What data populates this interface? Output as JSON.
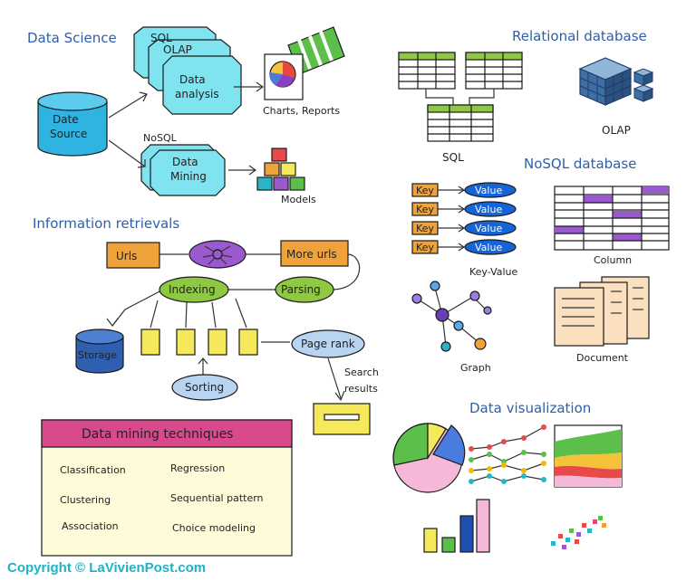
{
  "sections": {
    "data_science": "Data Science",
    "relational": "Relational database",
    "nosql": "NoSQL database",
    "info_retrieval": "Information retrievals",
    "data_vis": "Data visualization"
  },
  "data_science": {
    "sql": "SQL",
    "olap": "OLAP",
    "analysis_1": "Data",
    "analysis_2": "analysis",
    "source_1": "Date",
    "source_2": "Source",
    "nosql": "NoSQL",
    "mining_1": "Data",
    "mining_2": "Mining",
    "charts_reports": "Charts, Reports",
    "models": "Models"
  },
  "relational": {
    "sql": "SQL",
    "olap": "OLAP"
  },
  "nosql": {
    "key": "Key",
    "value": "Value",
    "key_value": "Key-Value",
    "column": "Column",
    "graph": "Graph",
    "document": "Document"
  },
  "info_retrieval": {
    "urls": "Urls",
    "more_urls": "More urls",
    "indexing": "Indexing",
    "parsing": "Parsing",
    "storage": "Storage",
    "page_rank": "Page rank",
    "sorting": "Sorting",
    "search": "Search",
    "results": "results"
  },
  "techniques": {
    "title": "Data mining techniques",
    "items": [
      "Classification",
      "Regression",
      "Clustering",
      "Sequential pattern",
      "Association",
      "Choice modeling"
    ]
  },
  "copyright": "Copyright © LaVivienPost.com",
  "colors": {
    "heading": "#2f5fa8",
    "cyan": "#7fe3f0",
    "yellow": "#f5e85a",
    "green": "#8fc843",
    "purple": "#9b59d0",
    "orange": "#f0a23a",
    "blue_pill": "#1565d8",
    "copyright": "#1db3c7"
  }
}
